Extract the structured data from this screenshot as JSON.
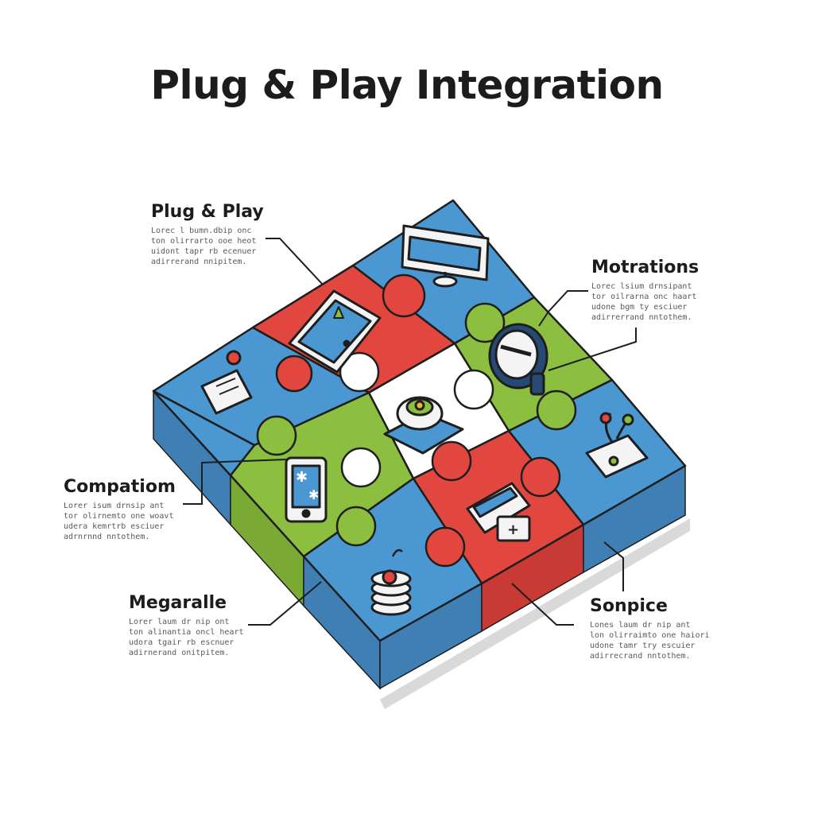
{
  "title": "Plug & Play Integration",
  "colors": {
    "blue": "#4b97d1",
    "red": "#e2473f",
    "green": "#8cbe3f",
    "white": "#ffffff",
    "outline": "#1e1e1e"
  },
  "callouts": [
    {
      "id": "plug-play",
      "title": "Plug & Play",
      "body": "Lorec l bumn.dbip onc\nton olirrarto ooe heot\nuidont tapr rb ecenuer\nadirrerand nnipitem."
    },
    {
      "id": "motrations",
      "title": "Motrations",
      "body": "Lorec lsium drnsipant\ntor oilrarna onc haart\nudone bgm ty esciuer\nadirrerrand nntothem."
    },
    {
      "id": "compatiom",
      "title": "Compatiom",
      "body": "Lorer isum drnsip ant\ntor olirnemto one woavt\nudera kemrtrb esciuer\nadrnrnnd nntothem."
    },
    {
      "id": "megaralle",
      "title": "Megaralle",
      "body": "Lorer laum dr nip ont\nton alinantia oncl heart\nudora tgair rb escnuer\nadirnerand onitpitem."
    },
    {
      "id": "sonpice",
      "title": "Sonpice",
      "body": "Lones laum dr nip ant\nlon olirraimto one haiori\nudone tamr try escuier\nadirrecrand nntothem."
    }
  ],
  "icons": [
    "monitor-icon",
    "tablet-icon",
    "smartwatch-icon",
    "document-icon",
    "central-hub-icon",
    "plant-card-icon",
    "smartphone-icon",
    "printer-icon",
    "coin-stack-icon"
  ]
}
